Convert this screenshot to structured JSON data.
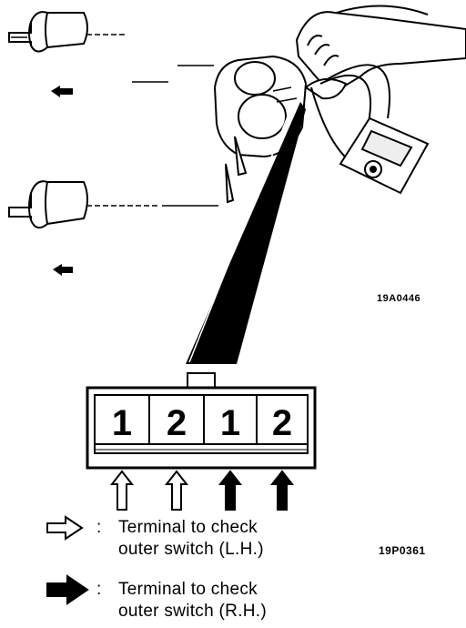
{
  "figure": {
    "top_code": "19A0446",
    "bottom_code": "19P0361"
  },
  "connector": {
    "terminals": [
      "1",
      "2",
      "1",
      "2"
    ],
    "arrow_types": [
      "outline",
      "outline",
      "solid",
      "solid"
    ]
  },
  "legend": {
    "items": [
      {
        "symbol": "outline-arrow",
        "colon": ":",
        "line1": "Terminal to check",
        "line2": "outer switch (L.H.)"
      },
      {
        "symbol": "solid-arrow",
        "colon": ":",
        "line1": "Terminal to check",
        "line2": "outer switch (R.H.)"
      }
    ]
  },
  "colors": {
    "ink": "#000000",
    "paper": "#ffffff",
    "shade": "#cfcfcf"
  }
}
